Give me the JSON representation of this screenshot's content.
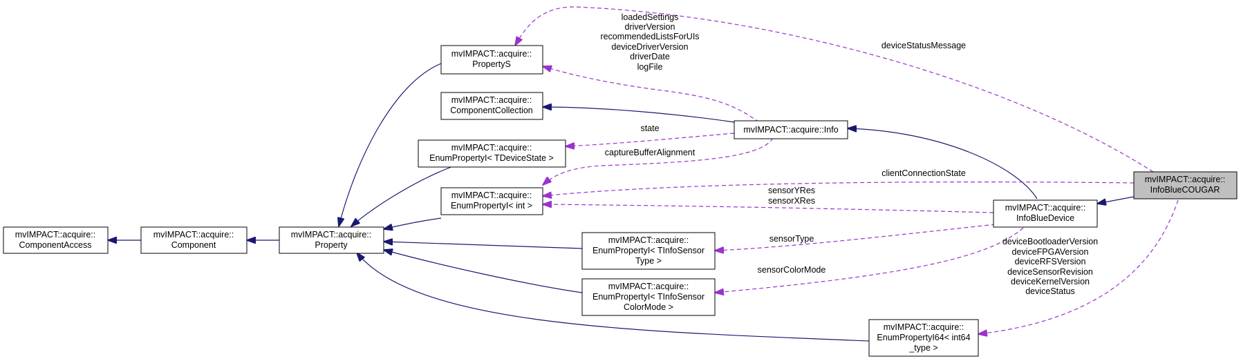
{
  "nodes": {
    "component_access": [
      "mvIMPACT::acquire::",
      "ComponentAccess"
    ],
    "component": [
      "mvIMPACT::acquire::",
      "Component"
    ],
    "property": [
      "mvIMPACT::acquire::",
      "Property"
    ],
    "property_s": [
      "mvIMPACT::acquire::",
      "PropertyS"
    ],
    "component_collection": [
      "mvIMPACT::acquire::",
      "ComponentCollection"
    ],
    "enum_device_state": [
      "mvIMPACT::acquire::",
      "EnumPropertyI< TDeviceState >"
    ],
    "enum_int": [
      "mvIMPACT::acquire::",
      "EnumPropertyI< int >"
    ],
    "enum_sensor_type": [
      "mvIMPACT::acquire::",
      "EnumPropertyI< TInfoSensor",
      "Type >"
    ],
    "enum_sensor_color": [
      "mvIMPACT::acquire::",
      "EnumPropertyI< TInfoSensor",
      "ColorMode >"
    ],
    "enum_int64": [
      "mvIMPACT::acquire::",
      "EnumPropertyI64< int64",
      "_type >"
    ],
    "info": [
      "mvIMPACT::acquire::Info"
    ],
    "info_blue_device": [
      "mvIMPACT::acquire::",
      "InfoBlueDevice"
    ],
    "info_blue_cougar": [
      "mvIMPACT::acquire::",
      "InfoBlueCOUGAR"
    ]
  },
  "edge_labels": {
    "info_to_property_s": [
      "loadedSettings",
      "driverVersion",
      "recommendedListsForUIs",
      "deviceDriverVersion",
      "driverDate",
      "logFile"
    ],
    "device_status_message": "deviceStatusMessage",
    "state": "state",
    "capture_buffer_alignment": "captureBufferAlignment",
    "client_connection_state": "clientConnectionState",
    "sensor_res": [
      "sensorYRes",
      "sensorXRes"
    ],
    "sensor_type": "sensorType",
    "sensor_color_mode": "sensorColorMode",
    "device_versions": [
      "deviceBootloaderVersion",
      "deviceFPGAVersion",
      "deviceRFSVersion",
      "deviceSensorRevision",
      "deviceKernelVersion",
      "deviceStatus"
    ]
  },
  "colors": {
    "inheritance_edge": "#191970",
    "usage_edge": "#9a32cd",
    "highlighted_node_fill": "#bfbfbf",
    "node_fill": "#ffffff"
  }
}
